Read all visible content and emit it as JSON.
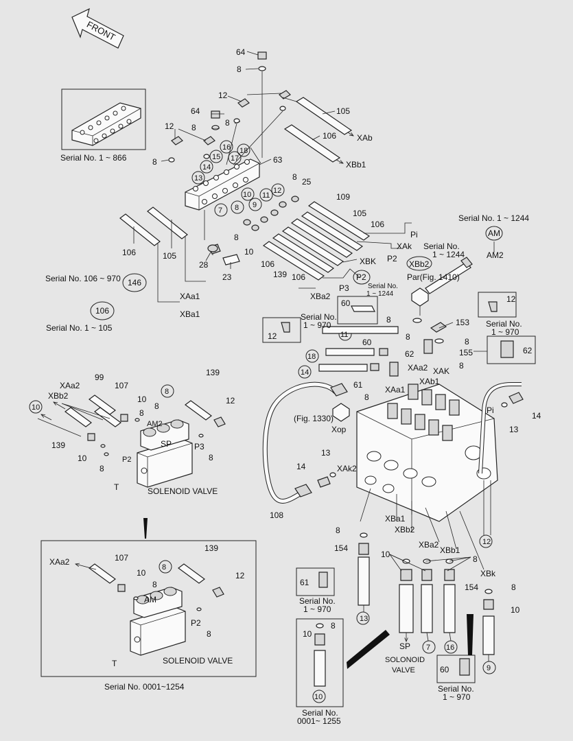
{
  "front_label": "FRONT",
  "callouts": {
    "n64a": "64",
    "n8a": "8",
    "n12a": "12",
    "n105a": "105",
    "n8b": "8",
    "n64b": "64",
    "n8c": "8",
    "n106a": "106",
    "n12b": "12",
    "n8d": "8",
    "xab": "XAb",
    "xbb1": "XBb1",
    "n16": "16",
    "n15": "15",
    "n18": "18",
    "n17": "17",
    "n63": "63",
    "n14": "14",
    "n13": "13",
    "n10a": "10",
    "n12c": "12",
    "n11": "11",
    "n8e": "8",
    "n25": "25",
    "n9": "9",
    "n8f": "8",
    "n7": "7",
    "n109": "109",
    "n105b": "105",
    "n106b": "106",
    "pi": "Pi",
    "n8g": "8",
    "n10b": "10",
    "xak": "XAk",
    "n106c": "106",
    "n105c": "105",
    "n28": "28",
    "n23": "23",
    "n106d": "106",
    "n139": "139",
    "n106e": "106",
    "xbk": "XBK",
    "p2": "P2",
    "p3": "P3",
    "xba2": "XBa2",
    "xaa1": "XAa1",
    "xba1": "XBa1",
    "n146": "146",
    "n106f": "106",
    "am": "AM",
    "am2": "AM2",
    "xbb2": "XBb2",
    "p2c": "P2",
    "par": "Par(Fig. 1410)",
    "n60a": "60",
    "n12d": "12",
    "n12e": "12",
    "n8h": "8",
    "n153": "153",
    "n11b": "11",
    "n60b": "60",
    "n8i": "8",
    "n8j": "8",
    "n155": "155",
    "n62a": "62",
    "n62b": "62",
    "n18b": "18",
    "n14b": "14",
    "n61a": "61",
    "xaa2": "XAa2",
    "xab1": "XAb1",
    "xak2": "XAK",
    "n8k": "8",
    "xaa1b": "XAa1",
    "n8l": "8",
    "fig1330": "(Fig. 1330)",
    "xop": "Xop",
    "n14c": "14",
    "pi2": "Pi",
    "n13b": "13",
    "n13c": "13",
    "n14d": "14",
    "xak2b": "XAk2",
    "n108": "108",
    "n12f": "12",
    "xba1b": "XBa1",
    "xbb2b": "XBb2",
    "xba2b": "XBa2",
    "xbb1b": "XBb1",
    "n8m": "8",
    "n154a": "154",
    "n10c": "10",
    "n8n": "8",
    "xbk2": "XBk",
    "n154b": "154",
    "n8o": "8",
    "n10d": "10",
    "n61b": "61",
    "n13d": "13",
    "sp": "SP",
    "n7b": "7",
    "n16b": "16",
    "n9b": "9",
    "n60c": "60",
    "n10e": "10",
    "n8p": "8",
    "n10f": "10",
    "xaa2a": "XAa2",
    "n99": "99",
    "n107": "107",
    "xbb2a": "XBb2",
    "n10g": "10",
    "n8q": "8",
    "n8r": "8",
    "n139b": "139",
    "n12g": "12",
    "n10h": "10",
    "am2b": "AM2",
    "sp2": "SP",
    "p3b": "P3",
    "n139c": "139",
    "n10i": "10",
    "n8s": "8",
    "p2b": "P2",
    "n8t": "8",
    "t1": "T",
    "xaa2c": "XAa2",
    "n107b": "107",
    "n10j": "10",
    "n8u": "8",
    "n139d": "139",
    "n12h": "12",
    "amc": "AM",
    "p2d": "P2",
    "n8v": "8",
    "t2": "T"
  },
  "serial_notes": {
    "s866": "Serial No. 1 ~ 866",
    "s1244a": "Serial No. 1 ~ 1244",
    "s1244b_l1": "Serial No.",
    "s1244b_l2": "1 ~ 1244",
    "s1244c_l1": "Serial No.",
    "s1244c_l2": "1 ~ 1244",
    "s106": "Serial No. 106 ~ 970",
    "s105": "Serial No. 1 ~ 105",
    "s970a_l1": "Serial No.",
    "s970a_l2": "1 ~ 970",
    "s970b_l1": "Serial No.",
    "s970b_l2": "1 ~ 970",
    "s970c_l1": "Serial No.",
    "s970c_l2": "1 ~ 970",
    "s970d_l1": "Serial No.",
    "s970d_l2": "1 ~ 970",
    "s1254": "Serial No. 0001~1254",
    "s1255_l1": "Serial No.",
    "s1255_l2": "0001~ 1255"
  },
  "labels": {
    "solenoid_valve_1": "SOLENOID VALVE",
    "solenoid_valve_2": "SOLENOID VALVE",
    "solonoid_l1": "SOLONOID",
    "solonoid_l2": "VALVE"
  }
}
